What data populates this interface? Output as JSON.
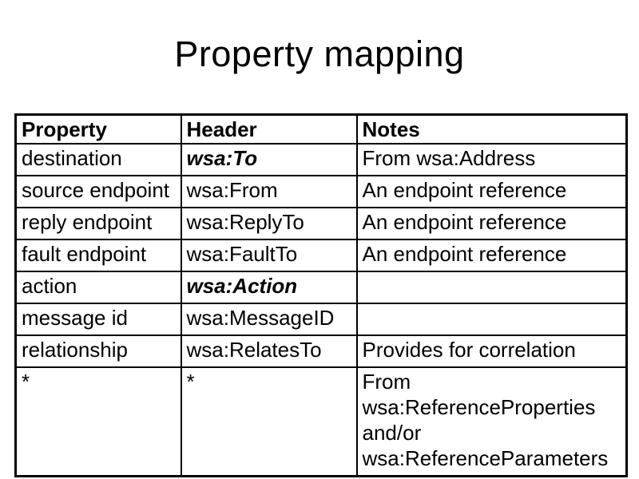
{
  "slide": {
    "title": "Property mapping",
    "background_color": "#ffffff",
    "text_color": "#000000",
    "border_color": "#000000"
  },
  "table": {
    "columns": [
      {
        "label": "Property"
      },
      {
        "label": "Header"
      },
      {
        "label": "Notes"
      }
    ],
    "rows": [
      [
        {
          "text": "destination"
        },
        {
          "text": "wsa:To",
          "style": "bold-italic"
        },
        {
          "text": "From wsa:Address"
        }
      ],
      [
        {
          "text": "source endpoint"
        },
        {
          "text": "wsa:From"
        },
        {
          "text": "An endpoint reference"
        }
      ],
      [
        {
          "text": "reply endpoint"
        },
        {
          "text": "wsa:ReplyTo"
        },
        {
          "text": "An endpoint reference"
        }
      ],
      [
        {
          "text": "fault endpoint"
        },
        {
          "text": "wsa:FaultTo"
        },
        {
          "text": "An endpoint reference"
        }
      ],
      [
        {
          "text": "action"
        },
        {
          "text": "wsa:Action",
          "style": "bold-italic"
        },
        {
          "text": ""
        }
      ],
      [
        {
          "text": "message id"
        },
        {
          "text": "wsa:MessageID"
        },
        {
          "text": ""
        }
      ],
      [
        {
          "text": "relationship"
        },
        {
          "text": "wsa:RelatesTo"
        },
        {
          "text": "Provides for correlation"
        }
      ],
      [
        {
          "text": "*"
        },
        {
          "text": "*"
        },
        {
          "text": "From wsa:ReferenceProperties and/or wsa:ReferenceParameters"
        }
      ]
    ]
  }
}
